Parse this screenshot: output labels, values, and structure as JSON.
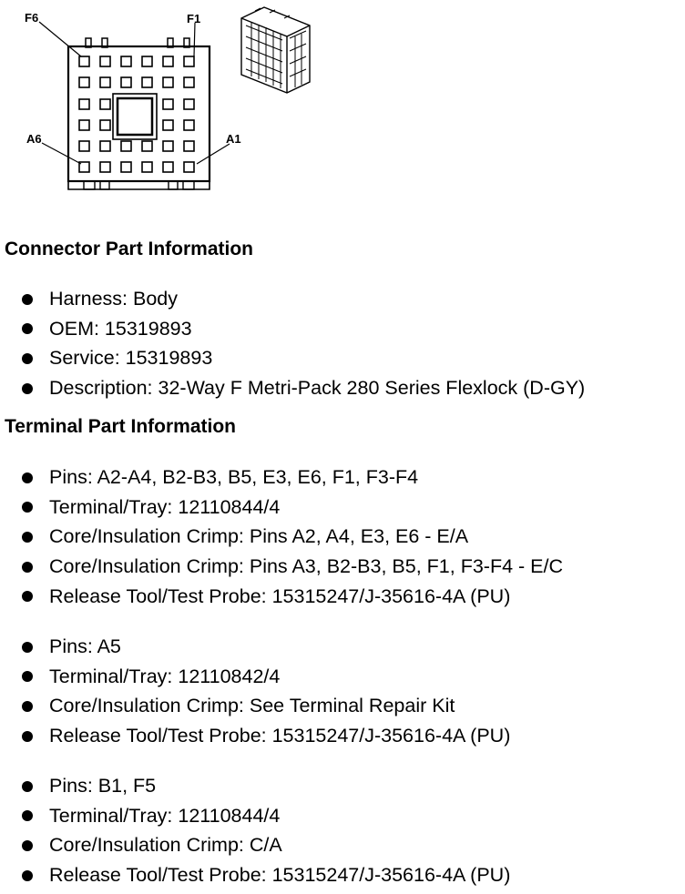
{
  "figure": {
    "labels": {
      "f6": "F6",
      "f1": "F1",
      "a6": "A6",
      "a1": "A1"
    }
  },
  "connector_part_information": {
    "heading": "Connector Part Information",
    "items": [
      "Harness: Body",
      "OEM: 15319893",
      "Service: 15319893",
      "Description: 32-Way F Metri-Pack 280 Series Flexlock (D-GY)"
    ]
  },
  "terminal_part_information": {
    "heading": "Terminal Part Information",
    "groups": [
      {
        "items": [
          "Pins: A2-A4, B2-B3, B5, E3, E6, F1, F3-F4",
          "Terminal/Tray: 12110844/4",
          "Core/Insulation Crimp: Pins A2, A4, E3, E6 - E/A",
          "Core/Insulation Crimp: Pins A3, B2-B3, B5, F1, F3-F4 - E/C",
          "Release Tool/Test Probe: 15315247/J-35616-4A (PU)"
        ]
      },
      {
        "items": [
          "Pins: A5",
          "Terminal/Tray: 12110842/4",
          "Core/Insulation Crimp: See Terminal Repair Kit",
          "Release Tool/Test Probe: 15315247/J-35616-4A (PU)"
        ]
      },
      {
        "items": [
          "Pins: B1, F5",
          "Terminal/Tray: 12110844/4",
          "Core/Insulation Crimp: C/A",
          "Release Tool/Test Probe: 15315247/J-35616-4A (PU)"
        ]
      }
    ]
  }
}
